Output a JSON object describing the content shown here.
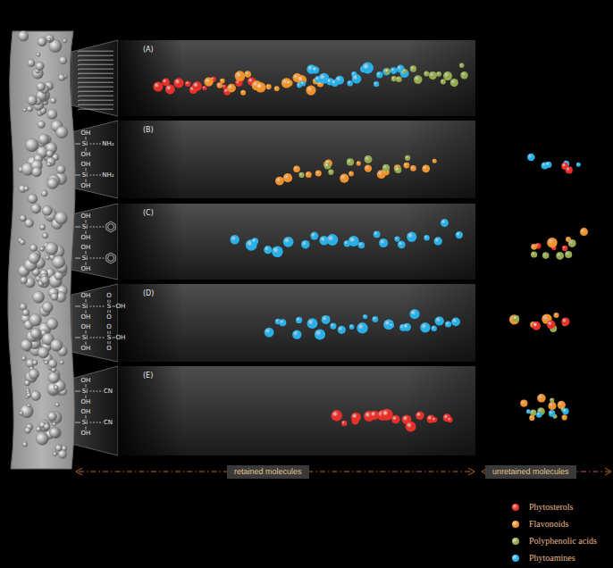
{
  "diagram": {
    "nodes": [
      {
        "text": [
          "(A)"
        ]
      },
      {
        "text": [
          "(B)"
        ]
      },
      {
        "text": [
          "(C)"
        ]
      },
      {
        "text": [
          "(D)"
        ]
      },
      {
        "text": [
          "(E)"
        ]
      },
      {
        "text": [
          "retained molecules"
        ]
      },
      {
        "text": [
          "unretained molecules"
        ]
      }
    ],
    "edges": [],
    "labels": [
      "OH",
      "Si",
      "NH₂",
      "OH",
      "OH",
      "Si",
      "NH₂",
      "OH",
      "OH",
      "Si",
      "OH",
      "OH",
      "Si",
      "OH",
      "OH",
      "O",
      "Si",
      "S",
      "OH",
      "OH",
      "O",
      "OH",
      "O",
      "Si",
      "S",
      "OH",
      "OH",
      "O",
      "OH",
      "Si",
      "CN",
      "OH",
      "OH",
      "Si",
      "CN",
      "OH"
    ],
    "legend": [
      {
        "text": "Phytosterols",
        "color": "#e8302a"
      },
      {
        "text": "Flavonoids",
        "color": "#f0922c"
      },
      {
        "text": "Polyphenolic acids",
        "color": "#94aa4e"
      },
      {
        "text": "Phytoamines",
        "color": "#2ab0e8"
      }
    ]
  }
}
